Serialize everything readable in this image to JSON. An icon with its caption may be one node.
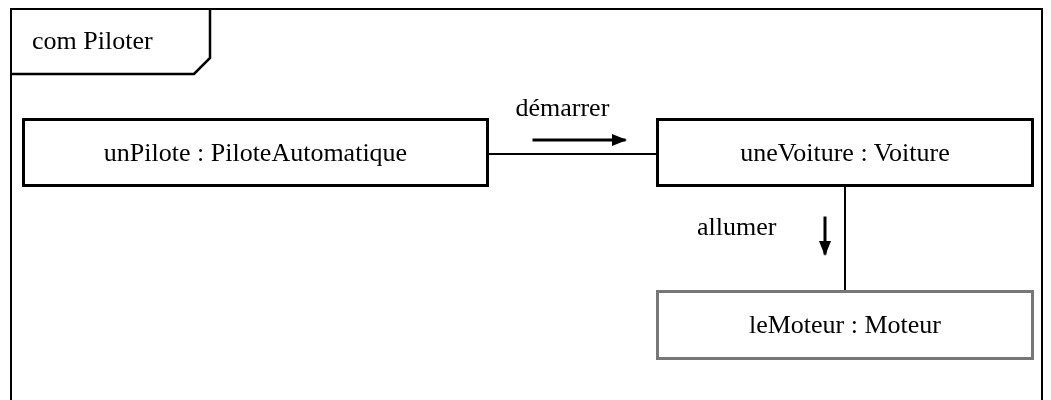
{
  "diagram": {
    "nodes": [
      {
        "text": [
          "com Piloter"
        ]
      },
      {
        "text": [
          "unPilote : PiloteAutomatique"
        ],
        "in": 0
      },
      {
        "text": [
          "uneVoiture : Voiture"
        ],
        "in": 0
      },
      {
        "text": [
          "leMoteur : Moteur"
        ],
        "in": 0
      }
    ],
    "edges": [
      {
        "from": 1,
        "to": 2,
        "arrow": "none",
        "label": "démarrer"
      },
      {
        "from": 2,
        "to": 3,
        "arrow": "none",
        "label": "allumer"
      }
    ]
  }
}
